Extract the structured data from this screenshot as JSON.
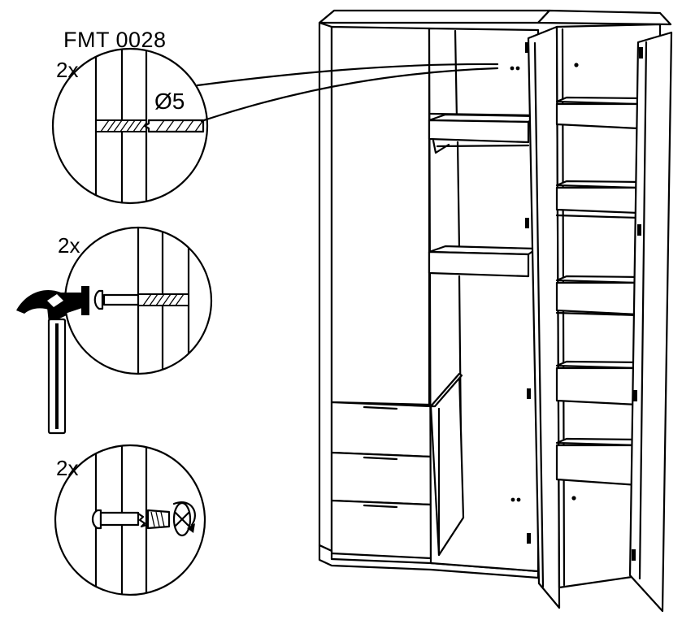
{
  "figure": {
    "part_code": "FMT 0028",
    "steps": [
      {
        "quantity": "2x",
        "drill_diameter": "Ø5",
        "tool": "drill-bit-icon"
      },
      {
        "quantity": "2x",
        "tool": "hammer-icon"
      },
      {
        "quantity": "2x",
        "tool": "screw-icon"
      }
    ],
    "colors": {
      "line": "#000000",
      "background": "#ffffff"
    }
  }
}
